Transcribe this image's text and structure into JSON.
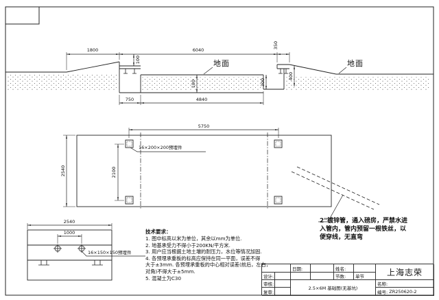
{
  "section_view": {
    "dim_ramp_left": "1800",
    "dim_platform": "6040",
    "dim_gap_right": "350",
    "dim_edge_height": "100",
    "dim_slab_thickness": "180",
    "dim_right_pit_depth": "300",
    "dim_right_ramp_height": "400",
    "dim_pit_width": "750",
    "dim_center_span": "4840",
    "ground_label_center": "地面",
    "ground_label_right": "地面"
  },
  "plan_view": {
    "dim_plate_span_length": "5750",
    "dim_width": "2540",
    "dim_plate_span_width": "2100",
    "plate_label": "16×200×200预埋件"
  },
  "detail_view": {
    "dim_width": "2540",
    "dim_anchor_spacing": "1000",
    "plate_label": "16×150×150预埋件"
  },
  "pipe_note": {
    "line1": "2\"镀锌管，通入磅房，严禁水进",
    "line2": "入管内，管内预留一根铁丝，以",
    "line3": "便穿线，无直弯"
  },
  "tech_requirements": {
    "title": "技术要求：",
    "lines": [
      "1. 图中标高以米为单位，其余以mm为单位.",
      "2. 地基承受力不得小于200KN/平方米.",
      "3. 用户应当根据土地土壤的耐压力，水位等情况加固.",
      "4. 各预埋承重板的标高应保持在同一平面，误差不得",
      "大于±3mm. 各预埋承重板的中心相对误差(前后，左右，",
      "对角)不得大于±5mm.",
      "5. 混凝土为C30"
    ]
  },
  "title_block": {
    "date_label": "日期:",
    "name_label": "姓名:",
    "company": "上海志荣",
    "designer_label": "设计:",
    "sections_label": "节数:",
    "sections_value": "单节",
    "checker_label": "审核:",
    "drawing_title": "2.5×6M 基础图(无基坑)",
    "product_name_label": "名称:",
    "reviewer_label": "复审:",
    "number_label": "编号:",
    "number_value": "ZR250620-2"
  }
}
